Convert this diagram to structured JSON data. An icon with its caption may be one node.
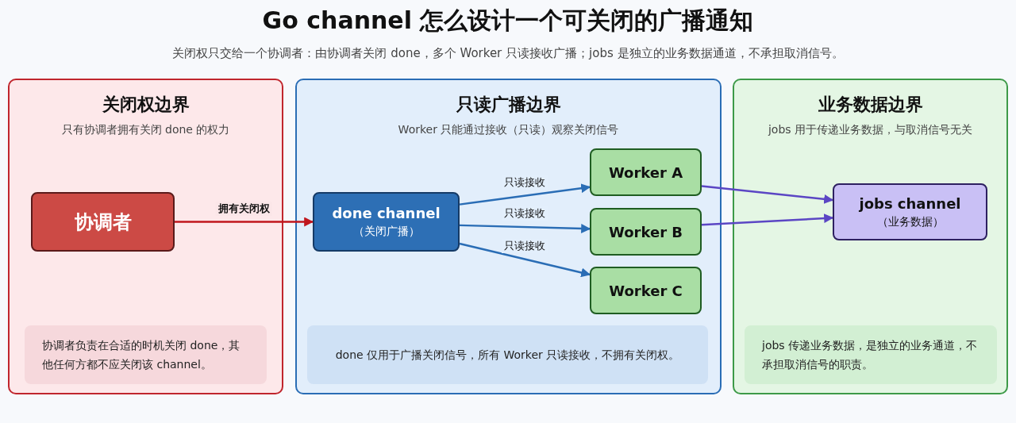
{
  "diagram": {
    "title": "Go channel 怎么设计一个可关闭的广播通知",
    "nodes": [
      {
        "text": [
          "关闭权边界",
          "只有协调者拥有关闭 done 的权力"
        ]
      },
      {
        "text": [
          "协调者"
        ],
        "in": 0
      },
      {
        "text": [
          "协调者负责在合适的时机关闭 done，其他任何方都不应关闭该 channel。"
        ],
        "in": 0
      },
      {
        "text": [
          "只读广播边界",
          "Worker 只能通过接收（只读）观察关闭信号"
        ]
      },
      {
        "text": [
          "done channel",
          "（关闭广播）"
        ],
        "in": 3
      },
      {
        "text": [
          "Worker A"
        ],
        "in": 3
      },
      {
        "text": [
          "Worker B"
        ],
        "in": 3
      },
      {
        "text": [
          "Worker C"
        ],
        "in": 3
      },
      {
        "text": [
          "done 仅用于广播关闭信号，所有 Worker 只读接收，不拥有关闭权。"
        ],
        "in": 3
      },
      {
        "text": [
          "业务数据边界",
          "jobs 用于传递业务数据，与取消信号无关"
        ]
      },
      {
        "text": [
          "jobs channel",
          "（业务数据）"
        ],
        "in": 9
      },
      {
        "text": [
          "jobs 传递业务数据，是独立的业务通道，不承担取消信号的职责。"
        ],
        "in": 9
      }
    ],
    "edges": [
      {
        "from": 1,
        "to": 4,
        "arrow": "to",
        "label": "拥有关闭权",
        "color": "#c0161d"
      },
      {
        "from": 4,
        "to": 5,
        "arrow": "to",
        "label": "只读接收"
      },
      {
        "from": 4,
        "to": 6,
        "arrow": "to",
        "label": "只读接收"
      },
      {
        "from": 4,
        "to": 7,
        "arrow": "to",
        "label": "只读接收"
      },
      {
        "from": 5,
        "to": 10,
        "arrow": "to",
        "color": "#5b46c4"
      },
      {
        "from": 6,
        "to": 10,
        "arrow": "to",
        "color": "#5b46c4"
      }
    ],
    "labels": [
      "关闭权只交给一个协调者：由协调者关闭 done，多个 Worker 只读接收广播；jobs 是独立的业务数据通道，不承担取消信号。"
    ]
  }
}
